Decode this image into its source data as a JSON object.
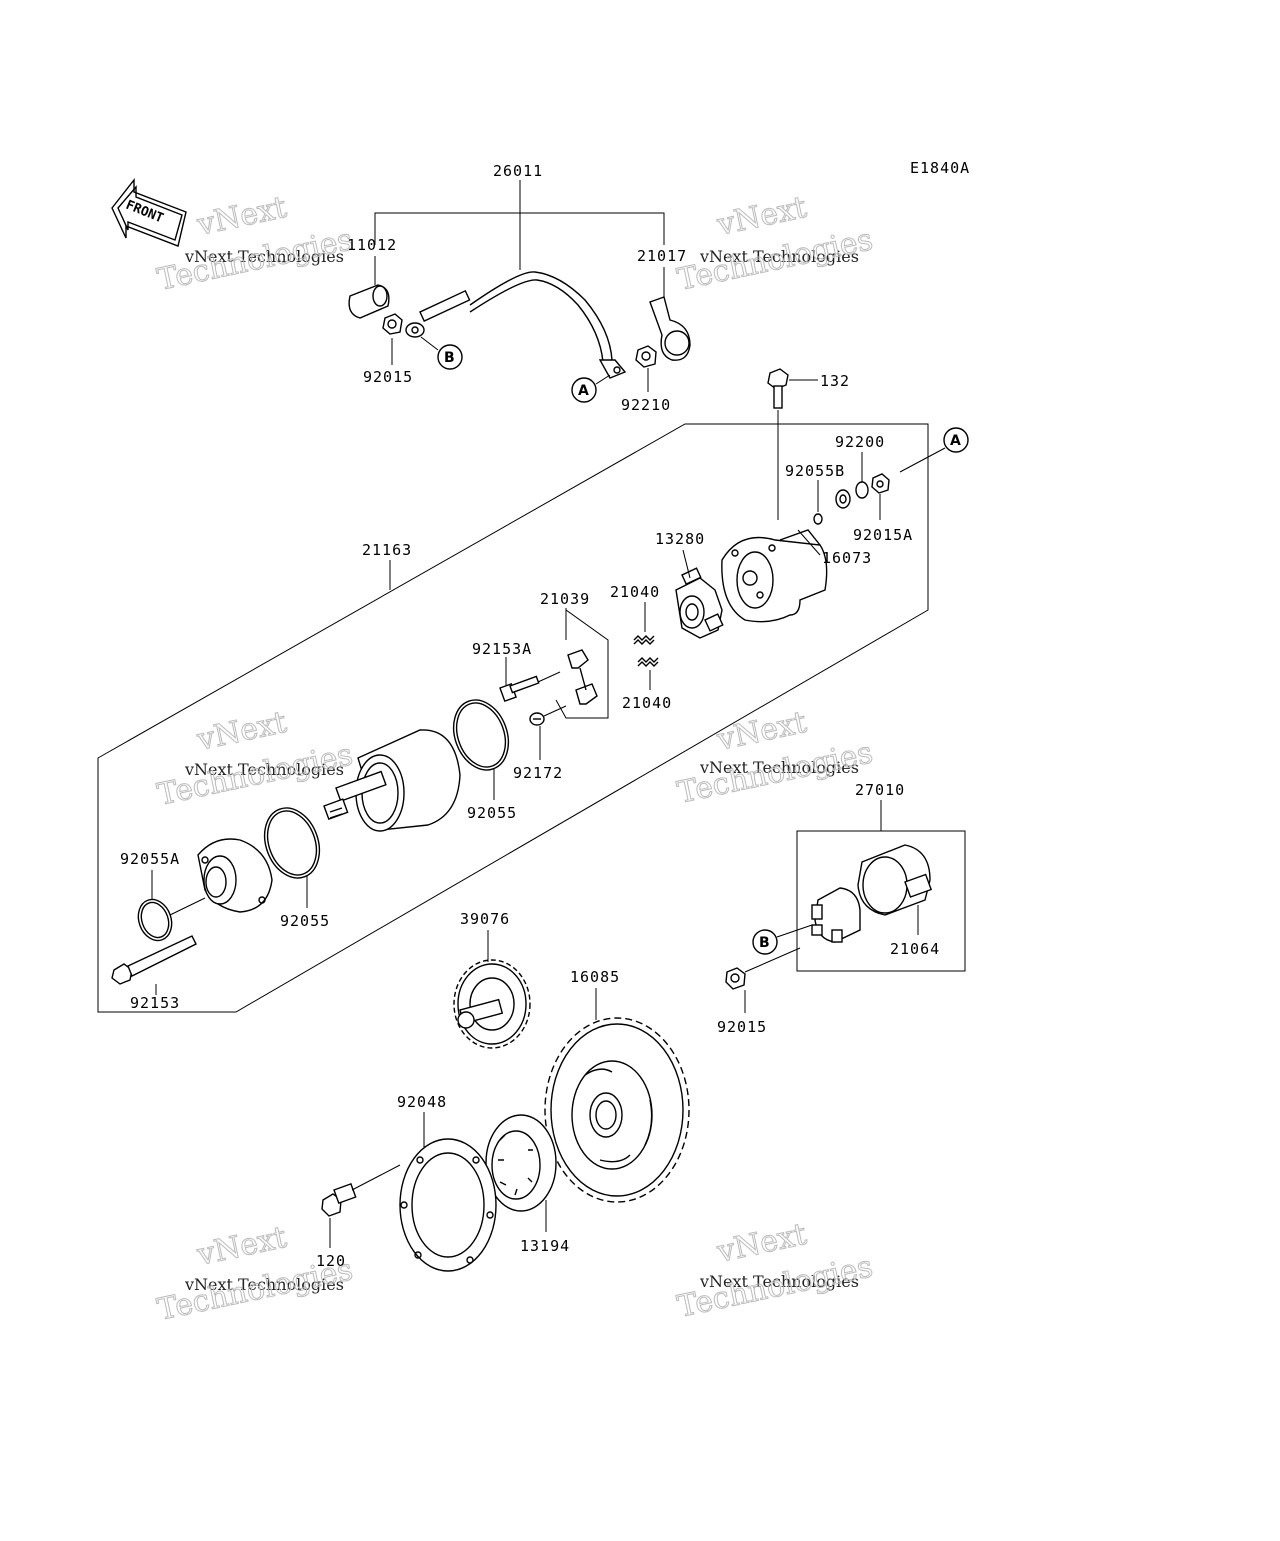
{
  "diagram": {
    "code": "E1840A",
    "front_label": "FRONT",
    "watermark": {
      "line1": "vNext Technologies",
      "line2": "vNext",
      "line3": "Technologies"
    },
    "callouts": {
      "A": "A",
      "B": "B"
    },
    "parts": {
      "p26011": "26011",
      "p11012": "11012",
      "p21017": "21017",
      "p92015_top": "92015",
      "p92210": "92210",
      "p132": "132",
      "p92200": "92200",
      "p92055B": "92055B",
      "p92015A": "92015A",
      "p16073": "16073",
      "p13280": "13280",
      "p21163": "21163",
      "p21039": "21039",
      "p21040_a": "21040",
      "p21040_b": "21040",
      "p92153A": "92153A",
      "p92172": "92172",
      "p92055_a": "92055",
      "p92055_b": "92055",
      "p92055A": "92055A",
      "p92153": "92153",
      "p27010": "27010",
      "p21064": "21064",
      "p92015_bot": "92015",
      "p39076": "39076",
      "p16085": "16085",
      "p92048": "92048",
      "p13194": "13194",
      "p120": "120"
    }
  }
}
